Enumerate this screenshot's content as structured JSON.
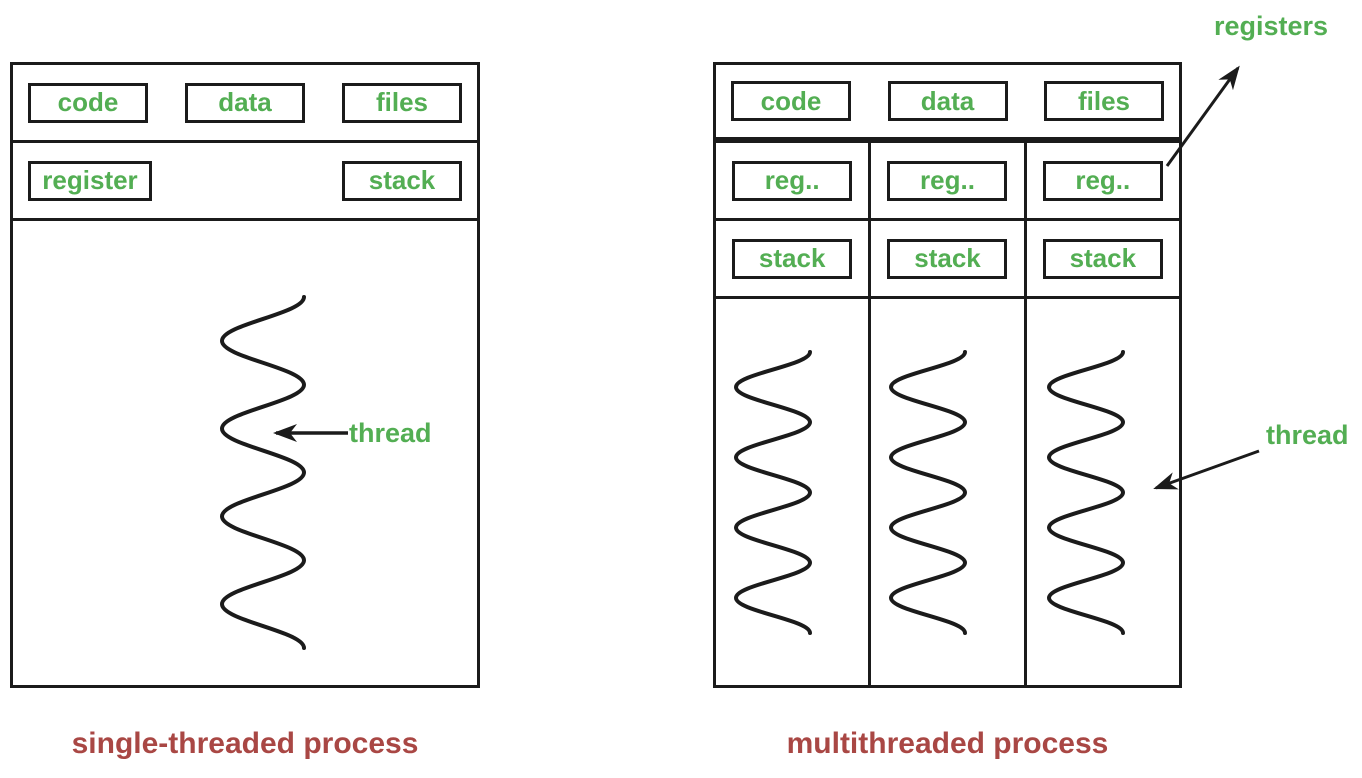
{
  "colors": {
    "label_green": "#53ae53",
    "caption_red": "#a94744",
    "line_black": "#1b1b1b",
    "background": "#ffffff"
  },
  "single": {
    "caption": "single-threaded process",
    "code": "code",
    "data": "data",
    "files": "files",
    "register": "register",
    "stack": "stack",
    "thread": "thread"
  },
  "multi": {
    "caption": "multithreaded process",
    "code": "code",
    "data": "data",
    "files": "files",
    "columns": [
      {
        "reg": "reg..",
        "stack": "stack"
      },
      {
        "reg": "reg..",
        "stack": "stack"
      },
      {
        "reg": "reg..",
        "stack": "stack"
      }
    ],
    "registers": "registers",
    "thread": "thread"
  }
}
